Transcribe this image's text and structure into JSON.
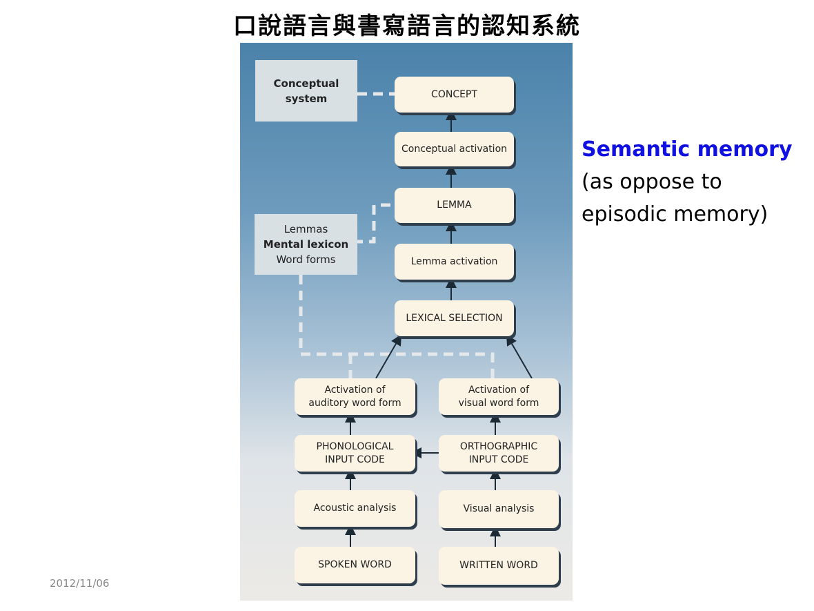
{
  "title": "口說語言與書寫語言的認知系統",
  "diagram": {
    "conceptual_system": [
      "Conceptual",
      "system"
    ],
    "mental_lexicon": {
      "top": "Lemmas",
      "middle": "Mental lexicon",
      "bottom": "Word forms"
    },
    "concept": "CONCEPT",
    "conceptual_activation": "Conceptual activation",
    "lemma": "LEMMA",
    "lemma_activation": "Lemma activation",
    "lexical_selection": "LEXICAL SELECTION",
    "auditory_activation": [
      "Activation of",
      "auditory word form"
    ],
    "visual_activation": [
      "Activation of",
      "visual word form"
    ],
    "phonological": [
      "PHONOLOGICAL",
      "INPUT CODE"
    ],
    "orthographic": [
      "ORTHOGRAPHIC",
      "INPUT CODE"
    ],
    "acoustic": "Acoustic analysis",
    "visual_analysis": "Visual analysis",
    "spoken_word": "SPOKEN WORD",
    "written_word": "WRITTEN WORD"
  },
  "side_note": {
    "highlight": "Semantic memory",
    "line2": "(as oppose to",
    "line3": "episodic memory)"
  },
  "date": "2012/11/06"
}
